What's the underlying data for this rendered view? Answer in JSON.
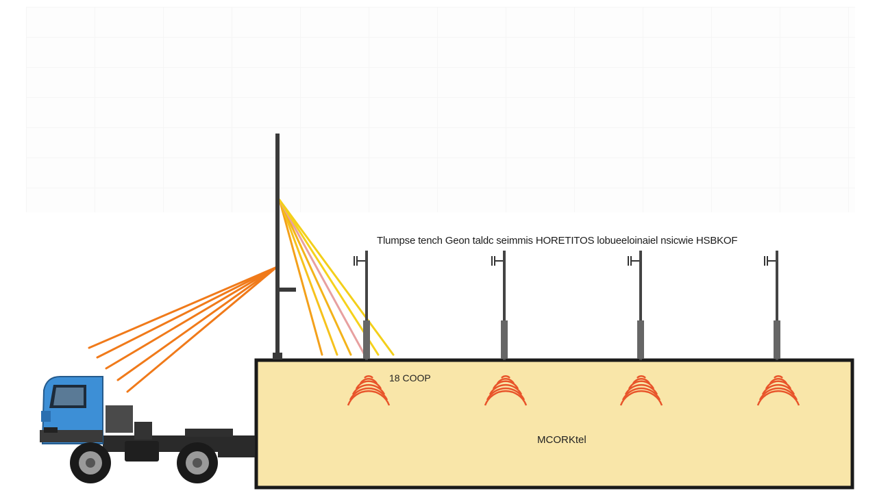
{
  "diagram": {
    "caption": "Tlumpse tench Geon taldc seimmis HORETITOS lobueeloinaiel nsicwie HSBKOF",
    "depth_label": "18 COOP",
    "ground_label": "MCORKtel"
  },
  "colors": {
    "ground_fill": "#f9e6a9",
    "ground_border": "#1a1a1a",
    "mast": "#3a3a3a",
    "beam_orange": "#f07a1a",
    "beam_yellow": "#f3cf1a",
    "ripple": "#e8542a",
    "truck_cab": "#3d8fd6",
    "truck_chassis": "#2a2a2a"
  },
  "icons": {
    "truck": "truck-icon",
    "mast": "antenna-mast-icon",
    "sensor": "sensor-pole-icon",
    "ripple": "signal-ripple-icon"
  }
}
